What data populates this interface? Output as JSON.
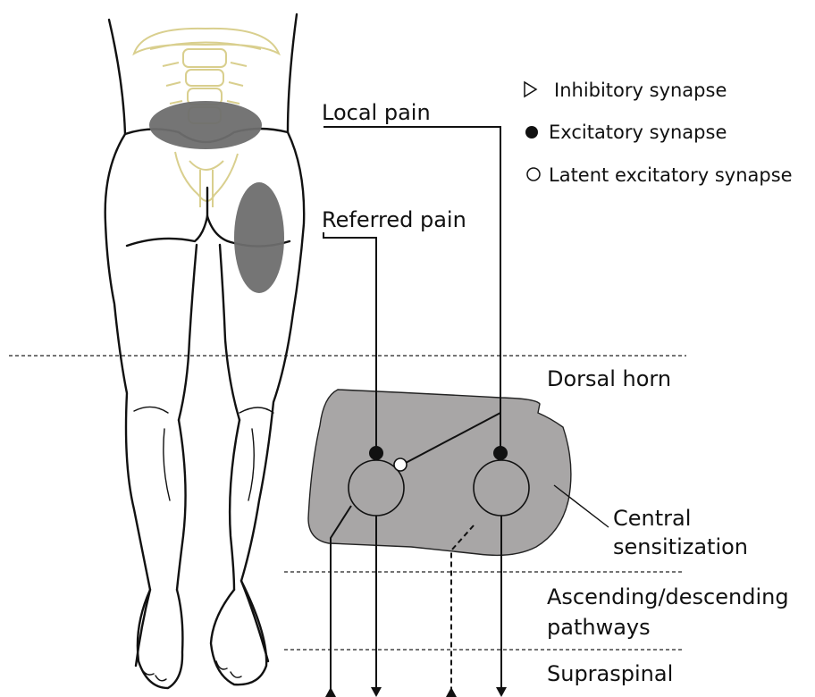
{
  "labels": {
    "local_pain": "Local pain",
    "referred_pain": "Referred pain",
    "dorsal_horn": "Dorsal horn",
    "central_sensitization_line1": "Central",
    "central_sensitization_line2": "sensitization",
    "ascending_descending_line1": "Ascending/descending",
    "ascending_descending_line2": "pathways",
    "supraspinal": "Supraspinal"
  },
  "legend": [
    {
      "symbol": "open-triangle",
      "label": "Inhibitory synapse"
    },
    {
      "symbol": "filled-circle",
      "label": "Excitatory synapse"
    },
    {
      "symbol": "open-circle",
      "label": "Latent excitatory synapse"
    }
  ],
  "colors": {
    "pain_region": "#6e6e6e",
    "dorsal_horn_fill": "#a8a6a6",
    "spine_sketch": "#d9cf8e",
    "line": "#111111"
  }
}
